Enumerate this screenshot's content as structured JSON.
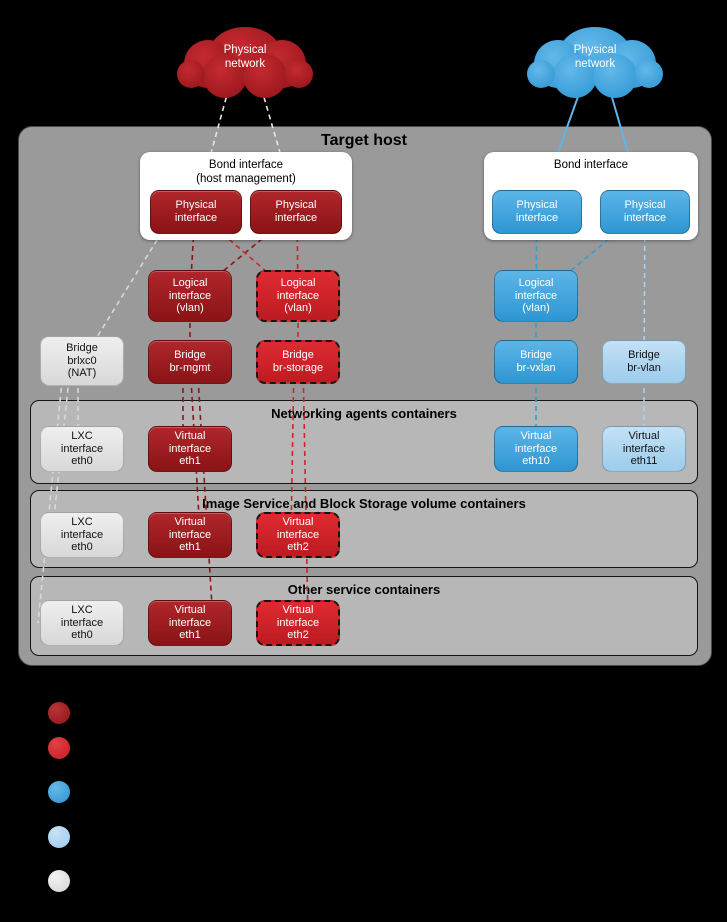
{
  "palette": {
    "dark_red": "#9e1b1f",
    "red": "#cf2127",
    "blue": "#3fa7df",
    "light_blue": "#a8d2ef",
    "gray": "#e2e2e2",
    "host_gray": "#9a9a9a",
    "row_gray": "#b7b7b7"
  },
  "clouds": {
    "left": {
      "label": "Physical\nnetwork"
    },
    "right": {
      "label": "Physical\nnetwork"
    }
  },
  "target_host": {
    "title": "Target host"
  },
  "bonds": {
    "left": {
      "title": "Bond interface",
      "subtitle": "(host management)",
      "interfaces": [
        {
          "label": "Physical\ninterface"
        },
        {
          "label": "Physical\ninterface"
        }
      ]
    },
    "right": {
      "title": "Bond interface",
      "interfaces": [
        {
          "label": "Physical\ninterface"
        },
        {
          "label": "Physical\ninterface"
        }
      ]
    }
  },
  "logical": [
    {
      "label": "Logical\ninterface\n(vlan)"
    },
    {
      "label": "Logical\ninterface\n(vlan)"
    },
    {
      "label": "Logical\ninterface\n(vlan)"
    }
  ],
  "bridges": [
    {
      "label": "Bridge\nbrlxc0\n(NAT)"
    },
    {
      "label": "Bridge\nbr-mgmt"
    },
    {
      "label": "Bridge\nbr-storage"
    },
    {
      "label": "Bridge\nbr-vxlan"
    },
    {
      "label": "Bridge\nbr-vlan"
    }
  ],
  "rows": [
    {
      "title": "Networking agents containers",
      "nodes": [
        {
          "label": "LXC\ninterface\neth0"
        },
        {
          "label": "Virtual\ninterface\neth1"
        },
        {
          "label": "Virtual\ninterface\neth10"
        },
        {
          "label": "Virtual\ninterface\neth11"
        }
      ]
    },
    {
      "title": "Image Service and Block Storage volume containers",
      "nodes": [
        {
          "label": "LXC\ninterface\neth0"
        },
        {
          "label": "Virtual\ninterface\neth1"
        },
        {
          "label": "Virtual\ninterface\neth2"
        }
      ]
    },
    {
      "title": "Other service containers",
      "nodes": [
        {
          "label": "LXC\ninterface\neth0"
        },
        {
          "label": "Virtual\ninterface\neth1"
        },
        {
          "label": "Virtual\ninterface\neth2"
        }
      ]
    }
  ],
  "legend": {
    "colors": [
      "#9e1b1f",
      "#cf2127",
      "#3fa7df",
      "#a8d2ef",
      "#e2e2e2"
    ]
  }
}
